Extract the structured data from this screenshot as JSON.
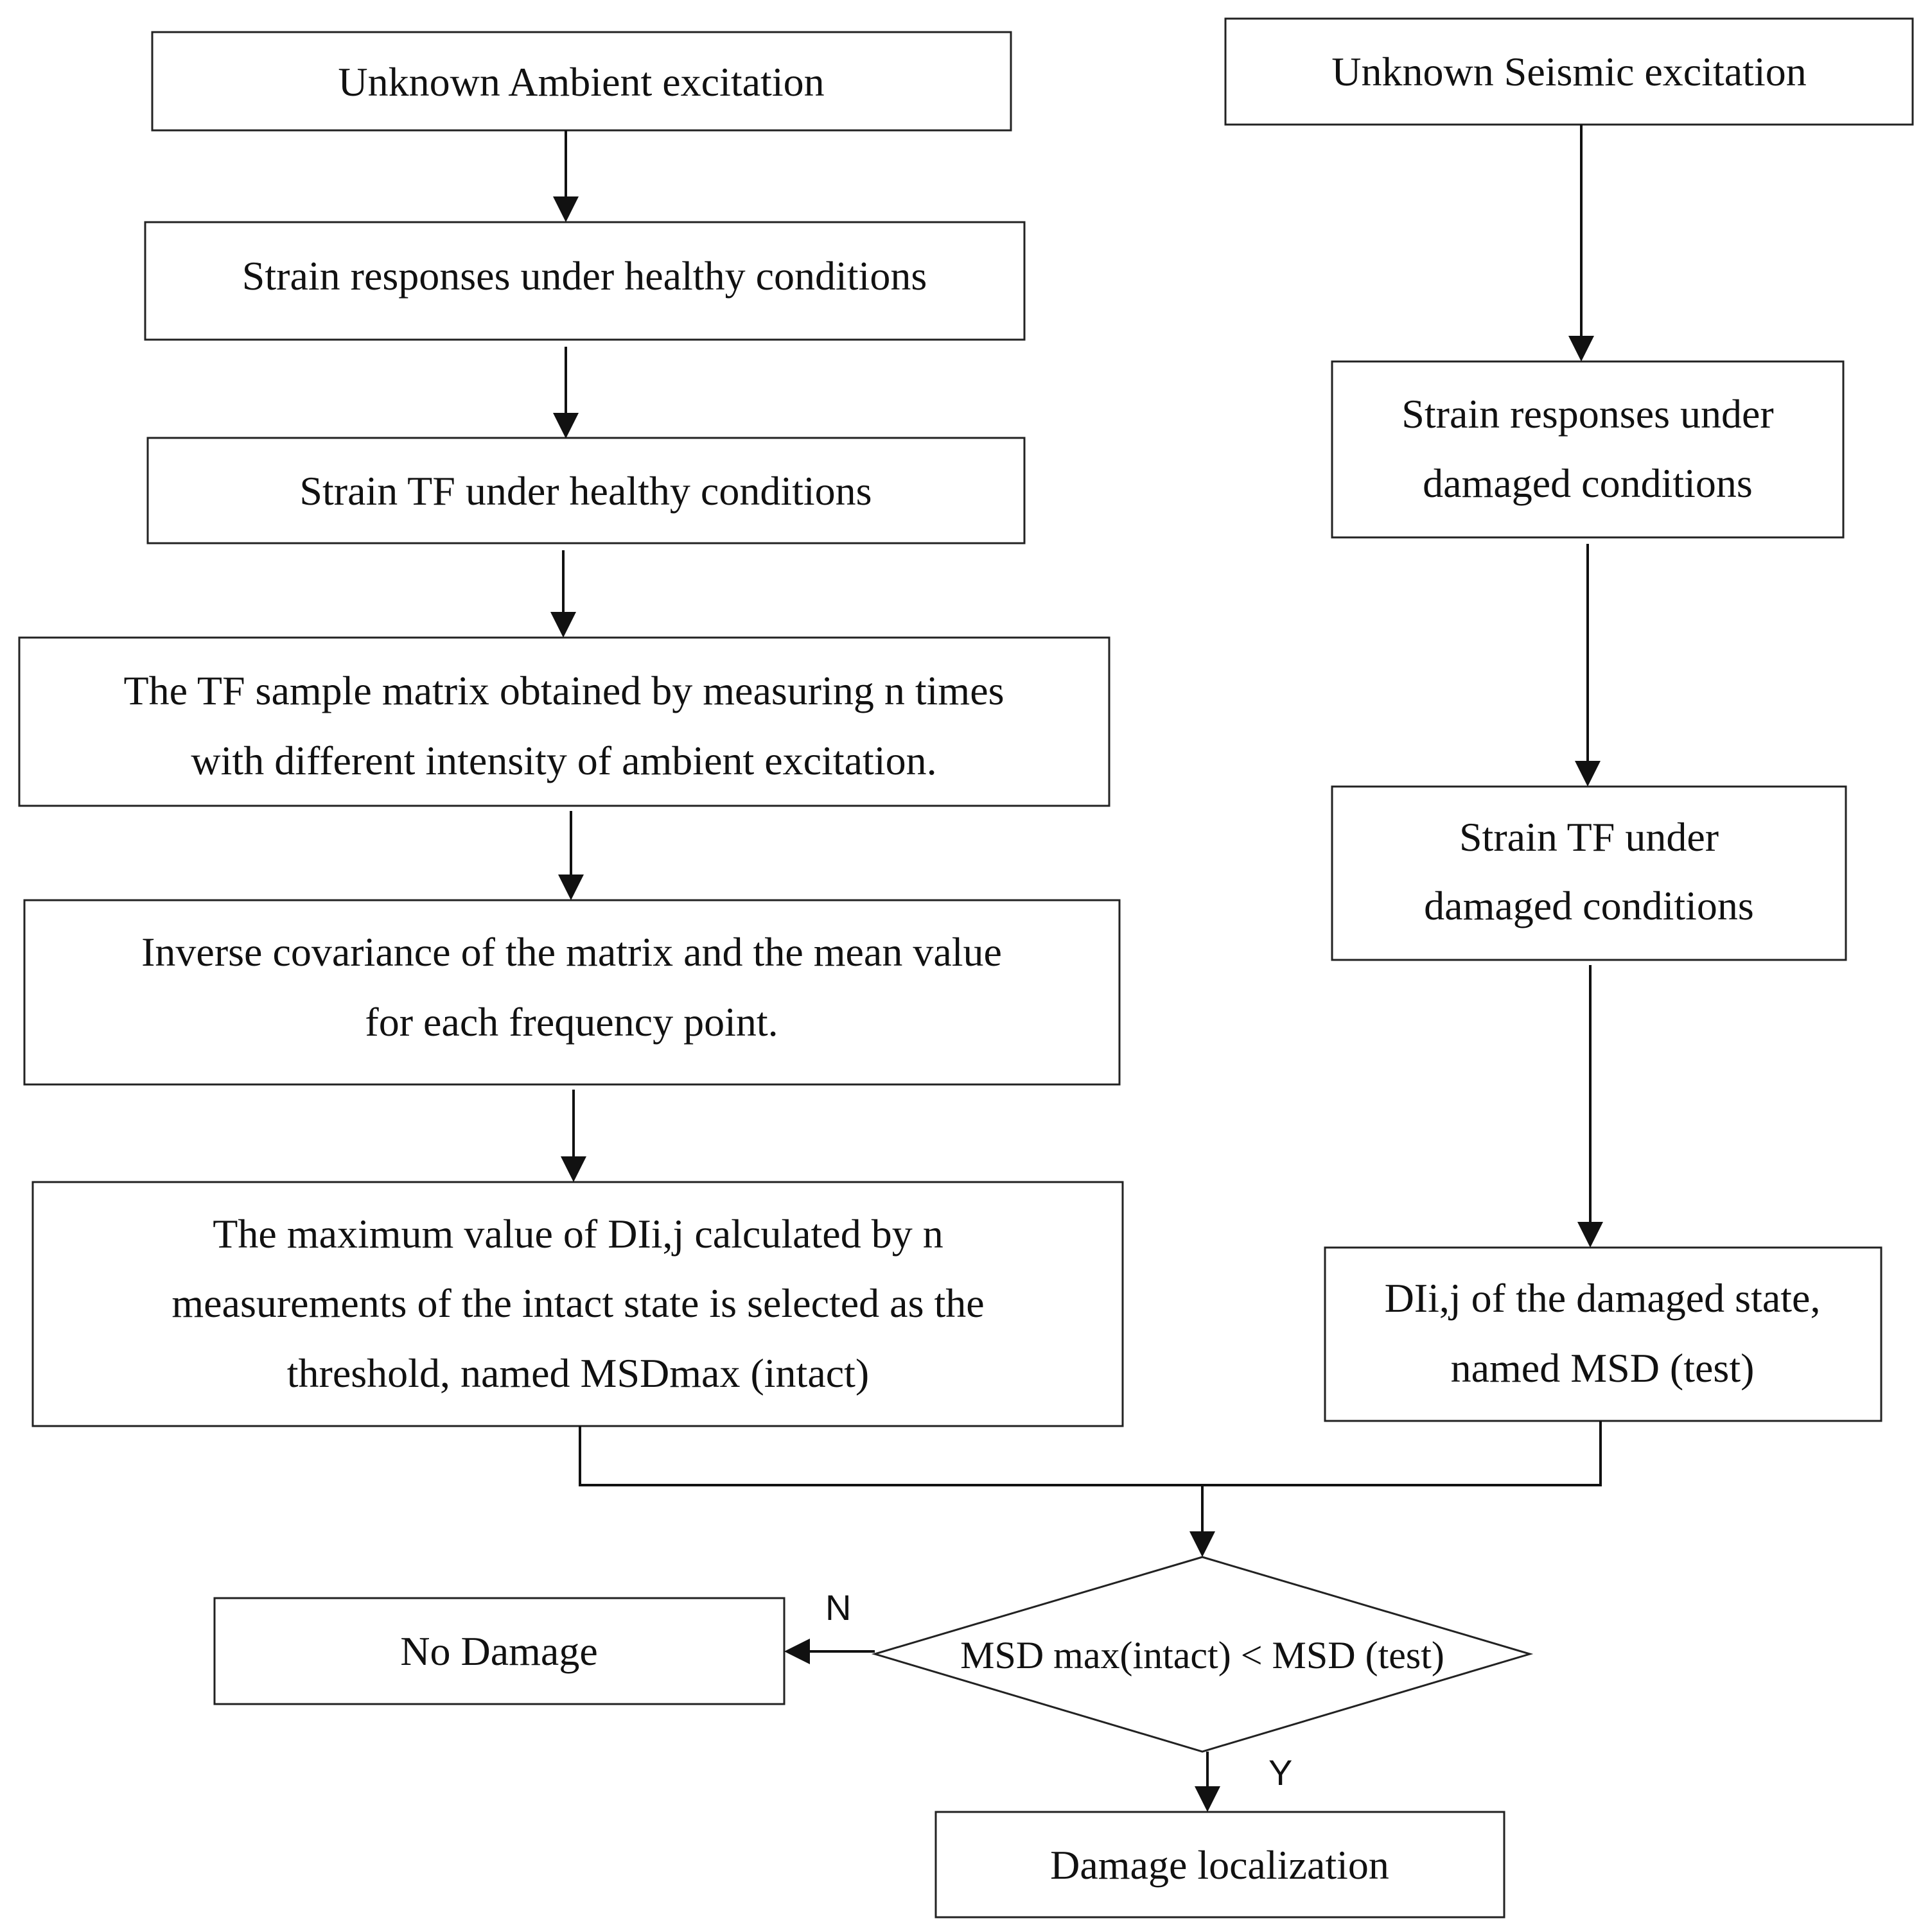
{
  "nodes": {
    "ambient": {
      "lines": [
        "Unknown Ambient excitation"
      ]
    },
    "healthy_responses": {
      "lines": [
        "Strain responses under healthy conditions"
      ]
    },
    "healthy_tf": {
      "lines": [
        "Strain TF under healthy conditions"
      ]
    },
    "sample_matrix": {
      "lines": [
        "The TF sample matrix obtained by measuring n times",
        "with different intensity of ambient excitation."
      ]
    },
    "inverse_cov": {
      "lines": [
        "Inverse covariance of the matrix and the mean value",
        "for each frequency point."
      ]
    },
    "threshold": {
      "lines": [
        "The maximum value of DIi,j calculated by n",
        "measurements of the intact state is selected as the",
        "threshold, named MSDmax (intact)"
      ]
    },
    "seismic": {
      "lines": [
        "Unknown Seismic excitation"
      ]
    },
    "damaged_responses": {
      "lines": [
        "Strain responses under",
        "damaged conditions"
      ]
    },
    "damaged_tf": {
      "lines": [
        "Strain TF under",
        "damaged conditions"
      ]
    },
    "damaged_di": {
      "lines": [
        "DIi,j of the damaged state,",
        "named MSD (test)"
      ]
    },
    "decision": {
      "lines": [
        "MSD max(intact) < MSD (test)"
      ]
    },
    "no_damage": {
      "lines": [
        "No Damage"
      ]
    },
    "localization": {
      "lines": [
        "Damage localization"
      ]
    }
  },
  "edge_labels": {
    "no": "N",
    "yes": "Y"
  }
}
